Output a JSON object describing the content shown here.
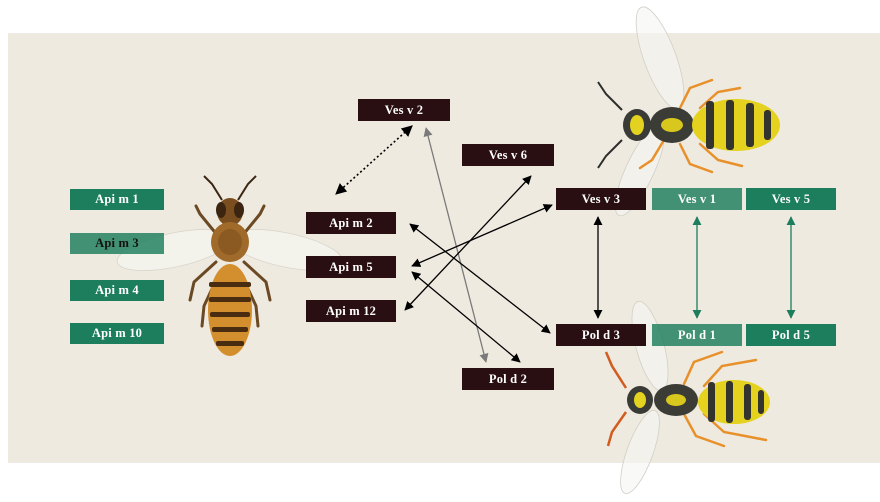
{
  "colors": {
    "panel": "#eeeae0",
    "green_box": "#1c7e5c",
    "dark_box": "#2a0f12",
    "black_arrow": "#000000",
    "gray_arrow": "#7a7a7a",
    "green_arrow": "#1c7e5c"
  },
  "labels": {
    "api_m_1": "Api m 1",
    "api_m_3": "Api m 3",
    "api_m_4": "Api m 4",
    "api_m_10": "Api m 10",
    "api_m_2": "Api m 2",
    "api_m_5": "Api m 5",
    "api_m_12": "Api m 12",
    "ves_v_2": "Ves v 2",
    "ves_v_6": "Ves v 6",
    "ves_v_3": "Ves v 3",
    "ves_v_1": "Ves v 1",
    "ves_v_5": "Ves v 5",
    "pol_d_3": "Pol d 3",
    "pol_d_1": "Pol d 1",
    "pol_d_5": "Pol d 5",
    "pol_d_2": "Pol d 2"
  },
  "illustrations": {
    "left": "honey-bee-illustration",
    "top_right": "yellowjacket-wasp-illustration",
    "bottom_right": "paper-wasp-illustration"
  },
  "connections": [
    {
      "from": "Ves v 2",
      "to": "Api m 2",
      "style": "dotted",
      "color": "black",
      "heads": "both"
    },
    {
      "from": "Ves v 2",
      "to": "Pol d 2",
      "style": "solid",
      "color": "gray",
      "heads": "both"
    },
    {
      "from": "Ves v 6",
      "to": "Api m 12",
      "style": "solid",
      "color": "black",
      "heads": "both"
    },
    {
      "from": "Ves v 3",
      "to": "Api m 5",
      "style": "solid",
      "color": "black",
      "heads": "both"
    },
    {
      "from": "Api m 2",
      "to": "Pol d 3",
      "style": "solid",
      "color": "black",
      "heads": "both"
    },
    {
      "from": "Api m 5",
      "to": "Pol d 2",
      "style": "solid",
      "color": "black",
      "heads": "both"
    },
    {
      "from": "Ves v 3",
      "to": "Pol d 3",
      "style": "solid",
      "color": "black",
      "heads": "both"
    },
    {
      "from": "Ves v 1",
      "to": "Pol d 1",
      "style": "solid",
      "color": "green",
      "heads": "both"
    },
    {
      "from": "Ves v 5",
      "to": "Pol d 5",
      "style": "solid",
      "color": "green",
      "heads": "both"
    }
  ]
}
